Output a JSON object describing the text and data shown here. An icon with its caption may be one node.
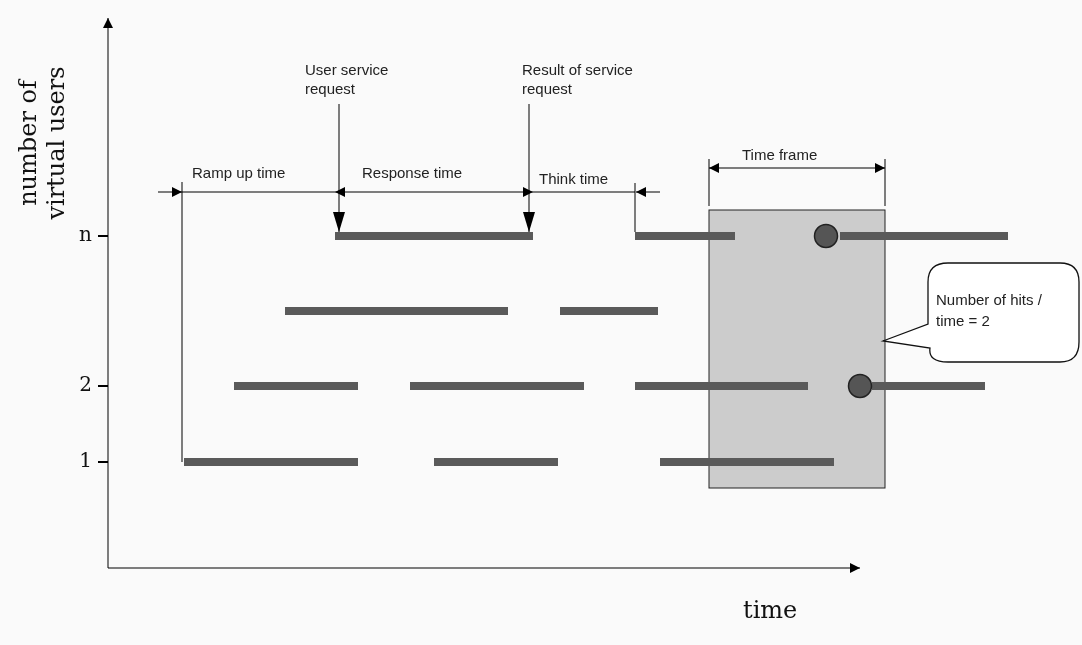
{
  "diagram": {
    "nodes": [
      {
        "text": [
          "User service request"
        ]
      },
      {
        "text": [
          "Result of service request"
        ]
      },
      {
        "text": [],
        "shape": "bar"
      },
      {
        "text": [
          "Number of hits / time = 2"
        ]
      }
    ],
    "edges": [
      {
        "from": 0,
        "to": 2,
        "arrow": "to"
      },
      {
        "from": 1,
        "to": 2,
        "arrow": "to"
      }
    ],
    "labels": [
      "number of virtual users",
      "Ramp up time",
      "Response time",
      "Think time",
      "Time frame",
      "n",
      "2",
      "1",
      "time"
    ]
  }
}
